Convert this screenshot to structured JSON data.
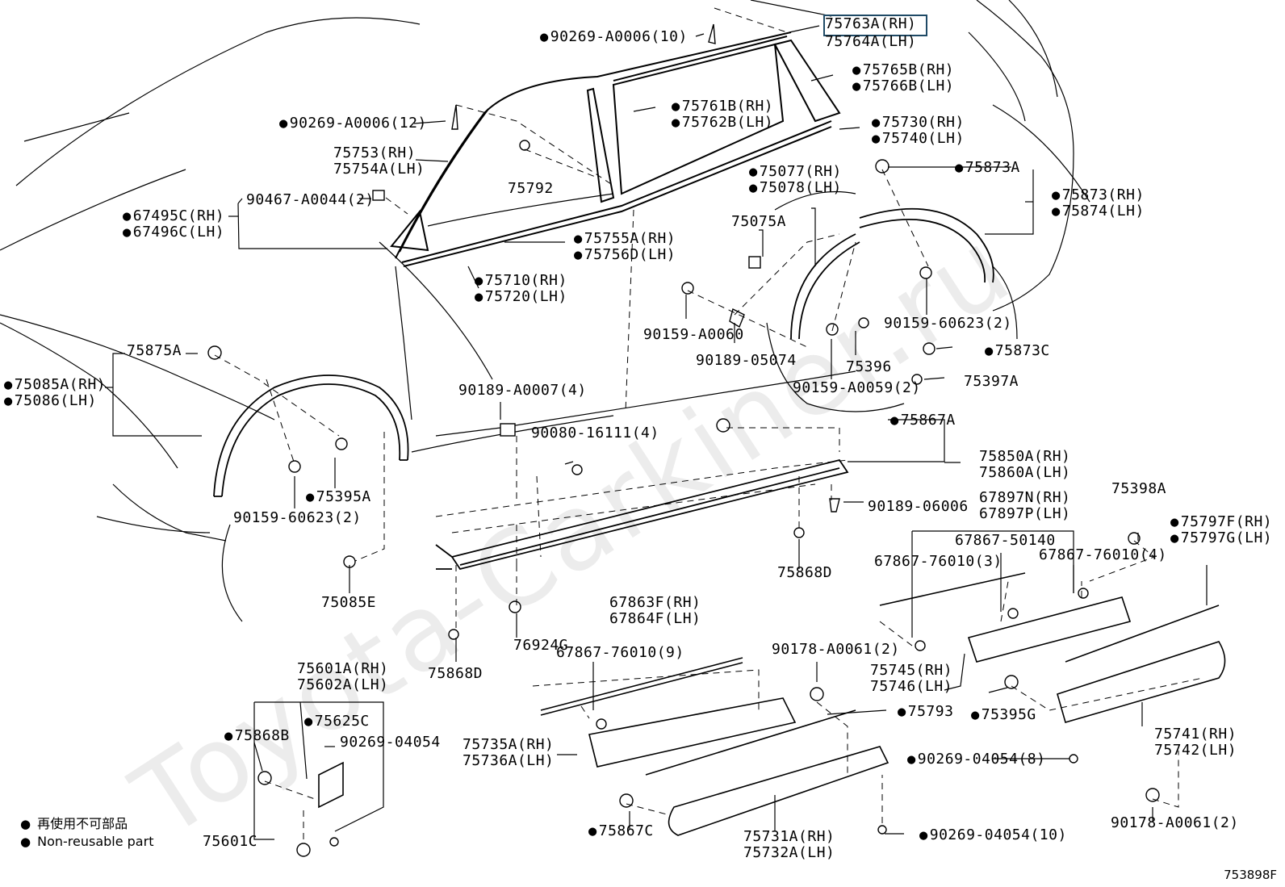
{
  "bullet": "●",
  "watermark": "Toyota-Carkiner.ru",
  "figure_id": "753898F",
  "selected_part": "75763A(RH)",
  "legend": {
    "jp": "再使用不可部品",
    "en": "Non-reusable part"
  },
  "labels": [
    "90269-A0006(10)",
    "75763A(RH)",
    "75764A(LH)",
    "75765B(RH)",
    "75766B(LH)",
    "75761B(RH)",
    "75762B(LH)",
    "75730(RH)",
    "75740(LH)",
    "90269-A0006(12)",
    "75753(RH)",
    "75754A(LH)",
    "75792",
    "90467-A0044(2)",
    "67495C(RH)",
    "67496C(LH)",
    "75755A(RH)",
    "75756D(LH)",
    "75710(RH)",
    "75720(LH)",
    "75077(RH)",
    "75078(LH)",
    "75873A",
    "75873(RH)",
    "75874(LH)",
    "75075A",
    "90159-60623(2)",
    "90159-A0060",
    "90189-05074",
    "75396",
    "75873C",
    "75397A",
    "90159-A0059(2)",
    "75875A",
    "75085A(RH)",
    "75086(LH)",
    "90189-A0007(4)",
    "90080-16111(4)",
    "75867A",
    "75850A(RH)",
    "75860A(LH)",
    "90189-06006",
    "75395A",
    "90159-60623(2)",
    "67897N(RH)",
    "67897P(LH)",
    "75398A",
    "75797F(RH)",
    "75797G(LH)",
    "67867-50140",
    "67867-76010(3)",
    "67867-76010(4)",
    "75868D",
    "75085E",
    "67863F(RH)",
    "67864F(LH)",
    "76924G",
    "67867-76010(9)",
    "75868D",
    "90178-A0061(2)",
    "75745(RH)",
    "75746(LH)",
    "75601A(RH)",
    "75602A(LH)",
    "75793",
    "75395G",
    "75625C",
    "75868B",
    "90269-04054",
    "75735A(RH)",
    "75736A(LH)",
    "75741(RH)",
    "75742(LH)",
    "90269-04054(8)",
    "90178-A0061(2)",
    "90269-04054(10)",
    "75867C",
    "75731A(RH)",
    "75732A(LH)",
    "75601C"
  ]
}
